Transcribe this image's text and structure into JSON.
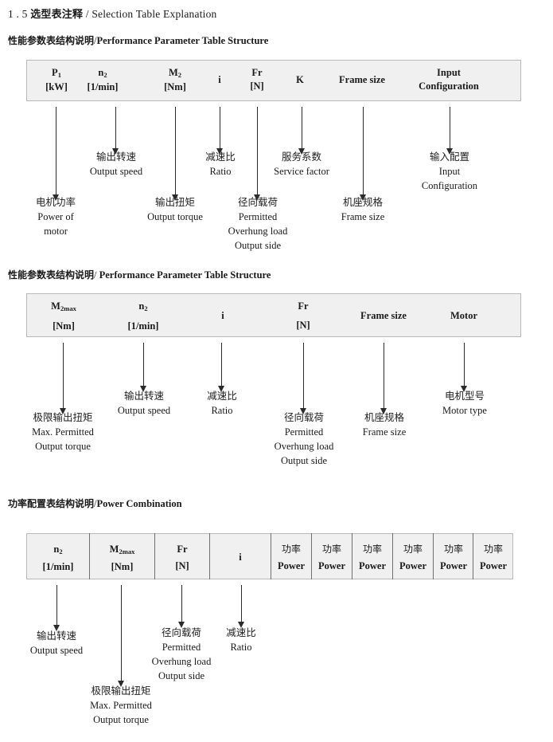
{
  "page": {
    "section_number": "1 . 5",
    "section_title_cn": "选型表注释",
    "section_sep": "/",
    "section_title_en": "Selection Table Explanation"
  },
  "blocks": [
    {
      "heading": {
        "cn": "性能参数表结构说明",
        "sep": "/",
        "en": "Performance Parameter Table Structure"
      },
      "table": {
        "columns": [
          {
            "top": "P",
            "sub": "1",
            "bottom": "[kW]"
          },
          {
            "top": "n",
            "sub": "2",
            "bottom": "[1/min]"
          },
          {
            "top": "M",
            "sub": "2",
            "bottom": "[Nm]"
          },
          {
            "top": "i",
            "sub": "",
            "bottom": ""
          },
          {
            "top": "Fr",
            "sub": "",
            "bottom": "[N]"
          },
          {
            "top": "K",
            "sub": "",
            "bottom": ""
          },
          {
            "top": "Frame size",
            "sub": "",
            "bottom": ""
          },
          {
            "top": "Input",
            "sub": "",
            "bottom": "Configuration"
          }
        ]
      },
      "notes": [
        {
          "cn": "电机功率",
          "en": [
            "Power of",
            "motor"
          ]
        },
        {
          "cn": "输出转速",
          "en": [
            "Output speed"
          ]
        },
        {
          "cn": "输出扭矩",
          "en": [
            "Output torque"
          ]
        },
        {
          "cn": "减速比",
          "en": [
            "Ratio"
          ]
        },
        {
          "cn": "径向载荷",
          "en": [
            "Permitted",
            "Overhung load",
            "Output side"
          ]
        },
        {
          "cn": "服务系数",
          "en": [
            "Service factor"
          ]
        },
        {
          "cn": "机座规格",
          "en": [
            "Frame size"
          ]
        },
        {
          "cn": "输入配置",
          "en": [
            "Input",
            "Configuration"
          ]
        }
      ]
    },
    {
      "heading": {
        "cn": "性能参数表结构说明",
        "sep": "/",
        "en": "Performance Parameter Table Structure"
      },
      "table": {
        "columns": [
          {
            "top": "M",
            "sub": "2max",
            "bottom": "[Nm]"
          },
          {
            "top": "n",
            "sub": "2",
            "bottom": "[1/min]"
          },
          {
            "top": "i",
            "sub": "",
            "bottom": ""
          },
          {
            "top": "Fr",
            "sub": "",
            "bottom": "[N]"
          },
          {
            "top": "Frame size",
            "sub": "",
            "bottom": ""
          },
          {
            "top": "Motor",
            "sub": "",
            "bottom": ""
          }
        ]
      },
      "notes": [
        {
          "cn": "极限输出扭矩",
          "en": [
            "Max. Permitted",
            "Output  torque"
          ]
        },
        {
          "cn": "输出转速",
          "en": [
            "Output speed"
          ]
        },
        {
          "cn": "减速比",
          "en": [
            "Ratio"
          ]
        },
        {
          "cn": "径向载荷",
          "en": [
            "Permitted",
            "Overhung load",
            "Output side"
          ]
        },
        {
          "cn": "机座规格",
          "en": [
            "Frame size"
          ]
        },
        {
          "cn": "电机型号",
          "en": [
            "Motor type"
          ]
        }
      ]
    },
    {
      "heading": {
        "cn": "功率配置表结构说明",
        "sep": "/",
        "en": "Power Combination"
      },
      "table": {
        "columns": [
          {
            "top": "n",
            "sub": "2",
            "bottom": "[1/min]"
          },
          {
            "top": "M",
            "sub": "2max",
            "bottom": "[Nm]"
          },
          {
            "top": "Fr",
            "sub": "",
            "bottom": "[N]"
          },
          {
            "top": "i",
            "sub": "",
            "bottom": ""
          },
          {
            "top": "功率",
            "sub": "",
            "bottom": "Power"
          },
          {
            "top": "功率",
            "sub": "",
            "bottom": "Power"
          },
          {
            "top": "功率",
            "sub": "",
            "bottom": "Power"
          },
          {
            "top": "功率",
            "sub": "",
            "bottom": "Power"
          },
          {
            "top": "功率",
            "sub": "",
            "bottom": "Power"
          },
          {
            "top": "功率",
            "sub": "",
            "bottom": "Power"
          }
        ]
      },
      "notes": [
        {
          "cn": "输出转速",
          "en": [
            "Output speed"
          ]
        },
        {
          "cn": "极限输出扭矩",
          "en": [
            "Max. Permitted",
            "Output  torque"
          ]
        },
        {
          "cn": "径向载荷",
          "en": [
            "Permitted",
            "Overhung load",
            "Output side"
          ]
        },
        {
          "cn": "减速比",
          "en": [
            "Ratio"
          ]
        }
      ]
    }
  ]
}
